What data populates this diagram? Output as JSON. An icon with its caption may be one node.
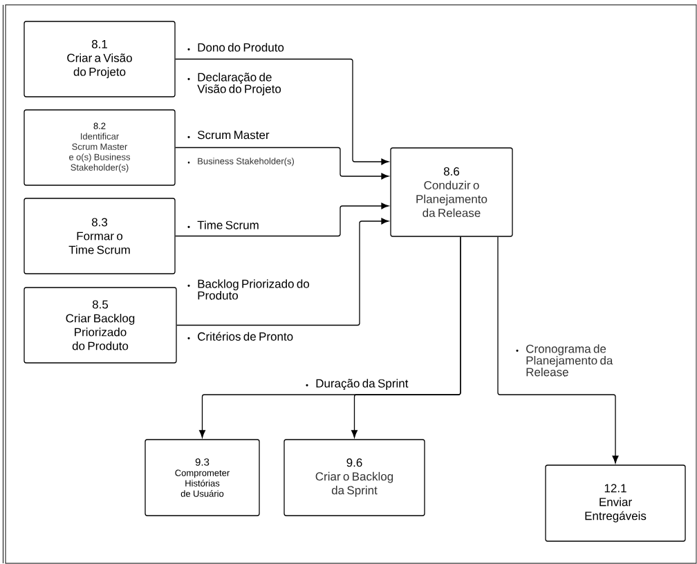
{
  "diagram": {
    "nodes": [
      {
        "text": [
          "8.1",
          "Criar a Visão do Projeto"
        ]
      },
      {
        "text": [
          "8.2",
          "Identificar Scrum Master e o(s) Business Stakeholder(s)"
        ]
      },
      {
        "text": [
          "8.3",
          "Formar o Time Scrum"
        ]
      },
      {
        "text": [
          "8.5",
          "Criar Backlog Priorizado do Produto"
        ]
      },
      {
        "text": [
          "8.6",
          "Conduzir o Planejamento da Release"
        ]
      },
      {
        "text": [
          "9.3",
          "Comprometer Histórias de Usuário"
        ]
      },
      {
        "text": [
          "9.6",
          "Criar o Backlog da Sprint"
        ]
      },
      {
        "text": [
          "12.1",
          "Enviar Entregáveis"
        ]
      }
    ],
    "edges": [
      {
        "from": 0,
        "to": 4,
        "arrow": "to",
        "label": "Dono do Produto"
      },
      {
        "from": 1,
        "to": 4,
        "arrow": "to",
        "label": "Scrum Master"
      },
      {
        "from": 2,
        "to": 4,
        "arrow": "to",
        "label": "Time Scrum"
      },
      {
        "from": 3,
        "to": 4,
        "arrow": "to",
        "label": "Backlog Priorizado do Produto"
      },
      {
        "from": 4,
        "to": 6,
        "arrow": "to",
        "label": "Duração da Sprint"
      },
      {
        "from": 4,
        "to": 5,
        "arrow": "to"
      },
      {
        "from": 4,
        "to": 7,
        "arrow": "to",
        "label": "Cronograma de Planejamento da Release"
      }
    ],
    "labels": [
      "Declaração de Visão do Projeto",
      "Business Stakeholder(s)",
      "Critérios de Pronto"
    ]
  }
}
